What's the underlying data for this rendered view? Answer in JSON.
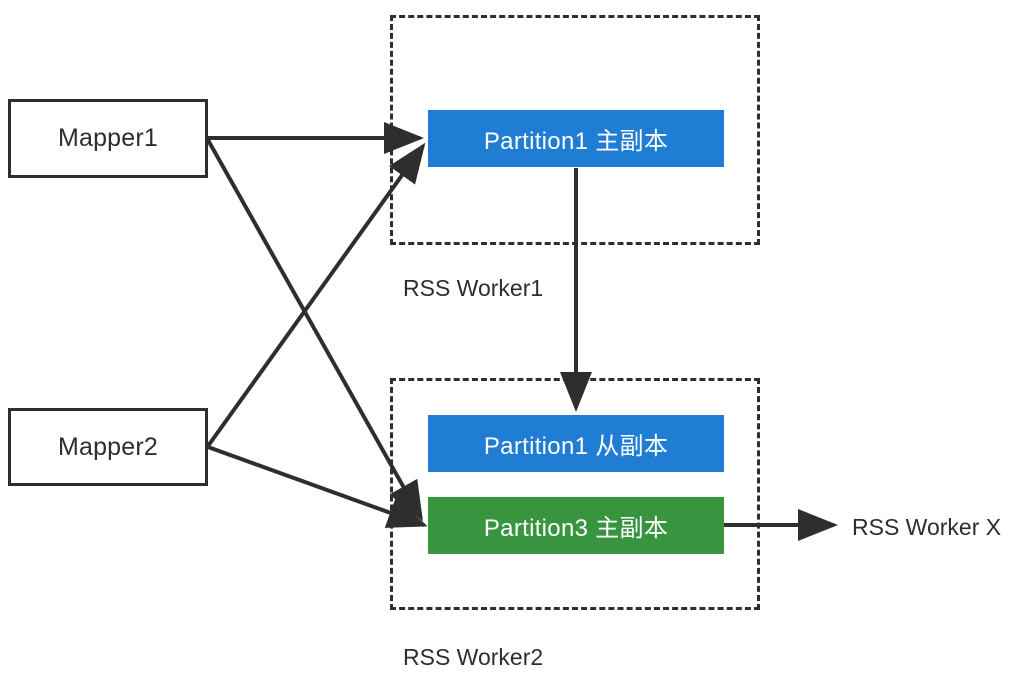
{
  "diagram": {
    "title": "RSS Worker partition replication diagram",
    "colors": {
      "primary_replica": "#1f7dd4",
      "slave_replica": "#1f7dd4",
      "green_replica": "#399440",
      "stroke": "#2e2e2e",
      "background": "#ffffff",
      "box_text": "#ffffff"
    },
    "mappers": [
      {
        "id": "mapper1",
        "label": "Mapper1"
      },
      {
        "id": "mapper2",
        "label": "Mapper2"
      }
    ],
    "workers": [
      {
        "id": "worker1",
        "label": "RSS Worker1",
        "partitions": [
          {
            "id": "partition1-master",
            "label": "Partition1 主副本",
            "color": "#1f7dd4"
          }
        ]
      },
      {
        "id": "worker2",
        "label": "RSS Worker2",
        "partitions": [
          {
            "id": "partition1-slave",
            "label": "Partition1 从副本",
            "color": "#1f7dd4"
          },
          {
            "id": "partition3-master",
            "label": "Partition3 主副本",
            "color": "#399440"
          }
        ]
      }
    ],
    "external": {
      "id": "worker-x",
      "label": "RSS Worker X"
    },
    "edges": [
      {
        "id": "edge-mapper1-to-partition1-master",
        "from": "Mapper1",
        "to": "Partition1 主副本"
      },
      {
        "id": "edge-mapper1-to-partition3-master",
        "from": "Mapper1",
        "to": "Partition3 主副本"
      },
      {
        "id": "edge-mapper2-to-partition1-master",
        "from": "Mapper2",
        "to": "Partition1 主副本"
      },
      {
        "id": "edge-mapper2-to-partition3-master",
        "from": "Mapper2",
        "to": "Partition3 主副本"
      },
      {
        "id": "edge-partition1-master-to-partition1-slave",
        "from": "Partition1 主副本",
        "to": "Partition1 从副本"
      },
      {
        "id": "edge-partition3-master-to-worker-x",
        "from": "Partition3 主副本",
        "to": "RSS Worker X"
      }
    ]
  }
}
